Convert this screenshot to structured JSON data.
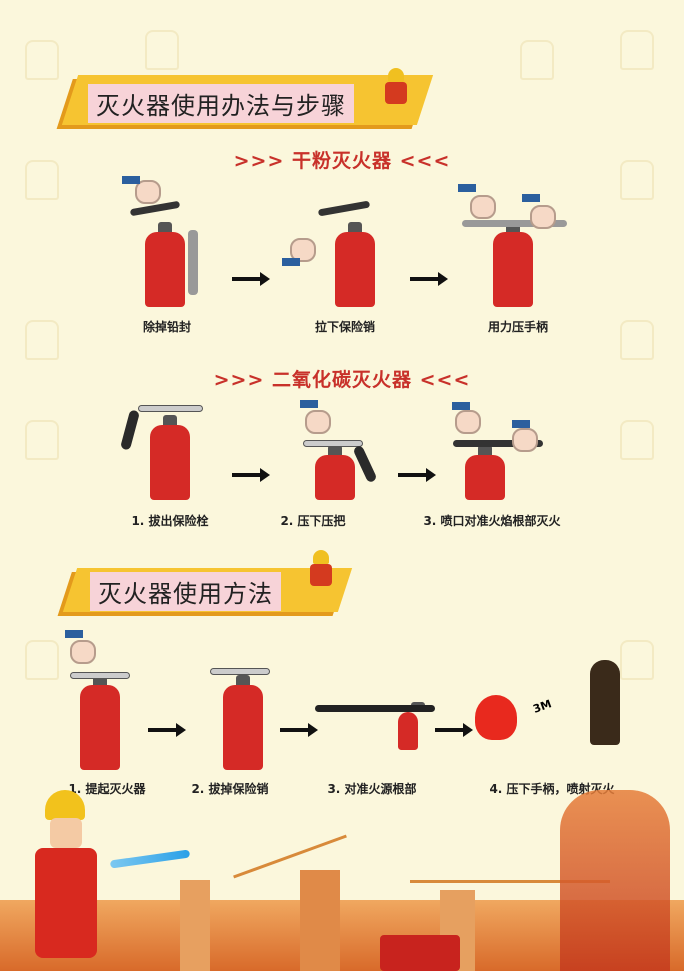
{
  "section1": {
    "title": "灭火器使用办法与步骤"
  },
  "dry_powder": {
    "title": ">>> 干粉灭火器 <<<",
    "steps": [
      "除掉铅封",
      "拉下保险销",
      "用力压手柄"
    ]
  },
  "co2": {
    "title": ">>> 二氧化碳灭火器 <<<",
    "steps": [
      "1. 拔出保险栓",
      "2. 压下压把",
      "3. 喷口对准火焰根部灭火"
    ]
  },
  "section2": {
    "title": "灭火器使用方法"
  },
  "method": {
    "steps": [
      "1. 提起灭火器",
      "2. 拔掉保险销",
      "3. 对准火源根部",
      "4. 压下手柄，喷射灭火"
    ],
    "distance": "3M"
  },
  "colors": {
    "background": "#fbf7dc",
    "accent_red": "#c8312a",
    "banner_yellow": "#f6c431",
    "extinguisher": "#d52a26"
  }
}
